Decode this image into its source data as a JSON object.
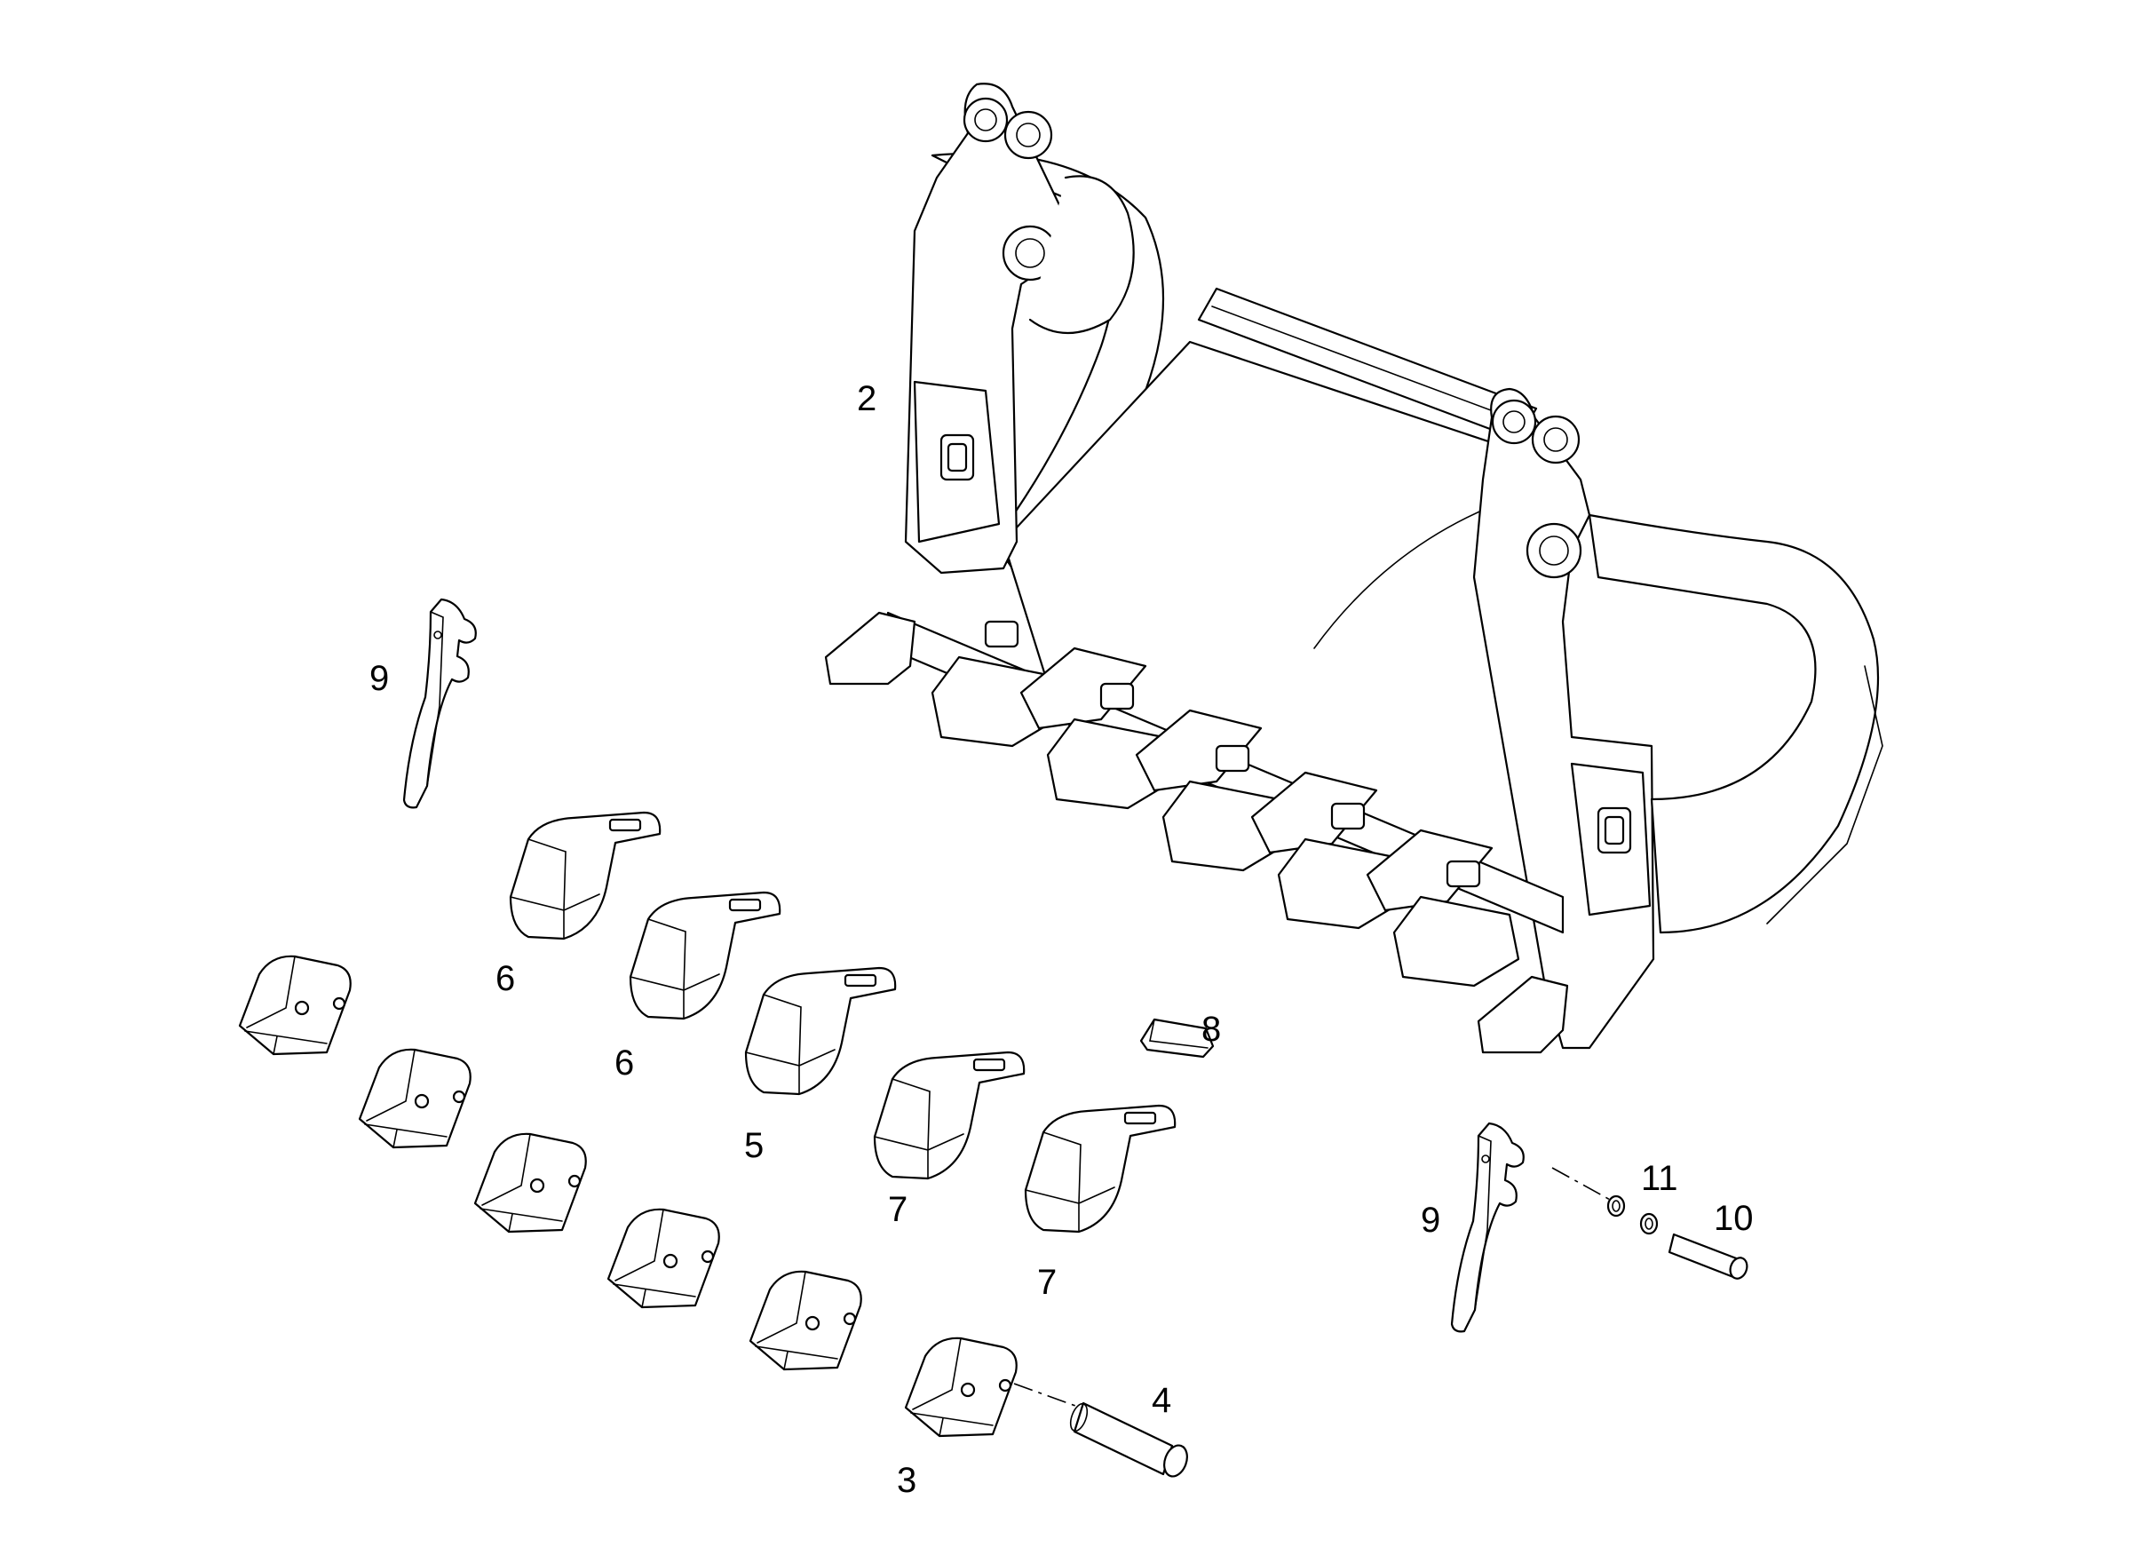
{
  "callouts": {
    "c2": "2",
    "c9a": "9",
    "c6a": "6",
    "c6b": "6",
    "c5": "5",
    "c8": "8",
    "c7a": "7",
    "c7b": "7",
    "c9b": "9",
    "c11": "11",
    "c10": "10",
    "c4": "4",
    "c3": "3"
  },
  "colors": {
    "line": "#000000",
    "background": "#ffffff"
  }
}
